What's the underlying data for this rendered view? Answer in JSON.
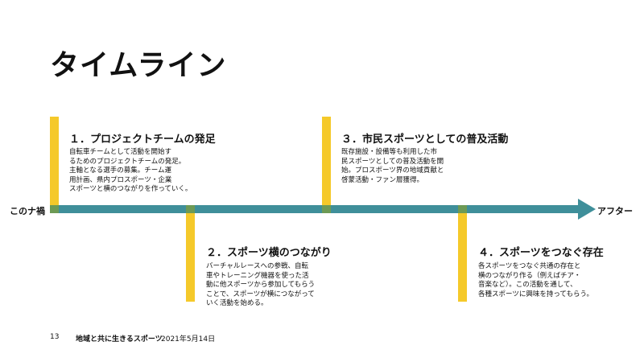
{
  "slide": {
    "title": "タイムライン",
    "axis": {
      "start_label": "このナ禍",
      "end_label": "アフター"
    },
    "events": [
      {
        "heading": "１．プロジェクトチームの発足",
        "description": "自転車チームとして活動を開始す\nるためのプロジェクトチームの発足。\n主軸となる選手の募集。チーム運\n用計画、県内プロスポーツ・企業\nスポーツと横のつながりを作っていく。"
      },
      {
        "heading": "２．スポーツ横のつながり",
        "description": "バーチャルレースへの参戦、自転\n車やトレーニング機器を使った活\n動に他スポーツから参加してもらう\nことで、スポーツが横につながって\nいく活動を始める。"
      },
      {
        "heading": "３．市民スポーツとしての普及活動",
        "description": "既存施設・設備等も利用した市\n民スポーツとしての普及活動を開\n始。プロスポーツ界の地域貢献と\n啓蒙活動・ファン層獲得。"
      },
      {
        "heading": "４．スポーツをつなぐ存在",
        "description": "各スポーツをつなぐ共通の存在と\n横のつながり作る（例えばチア・\n音楽など）。この活動を通して、\n各種スポーツに興味を持ってもらう。"
      }
    ],
    "colors": {
      "axis": "#3f8f9a",
      "marker": "#f5c92a",
      "joint": "#6d9a55"
    }
  },
  "footer": {
    "page_number": "13",
    "title": "地域と共に生きるスポーツ",
    "date": "2021年5月14日"
  }
}
